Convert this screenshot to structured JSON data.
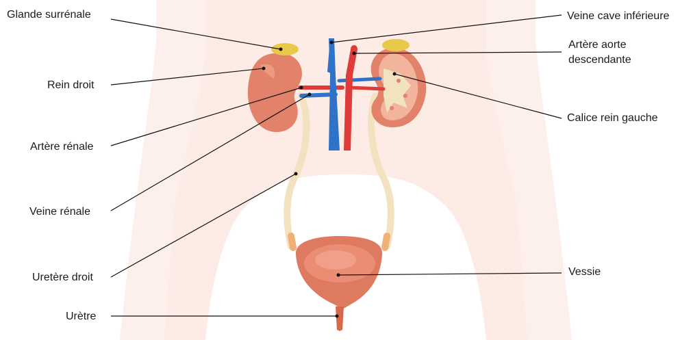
{
  "labels": {
    "glande_surrenale": "Glande surrénale",
    "rein_droit": "Rein droit",
    "artere_renale": "Artère rénale",
    "veine_renale": "Veine rénale",
    "uretere_droit": "Uretère droit",
    "uretre": "Urètre",
    "veine_cave_inferieure": "Veine cave inférieure",
    "artere_aorte_line1": "Artère aorte",
    "artere_aorte_line2": "descendante",
    "calice_rein_gauche": "Calice rein gauche",
    "vessie": "Vessie"
  },
  "colors": {
    "body_silhouette": "#fdebe6",
    "kidney": "#e2826a",
    "adrenal": "#e8c94a",
    "vein": "#2f73c9",
    "artery": "#e03b3b",
    "ureter": "#f3e2c0",
    "bladder": "#de7a60",
    "leader_line": "#111111"
  }
}
